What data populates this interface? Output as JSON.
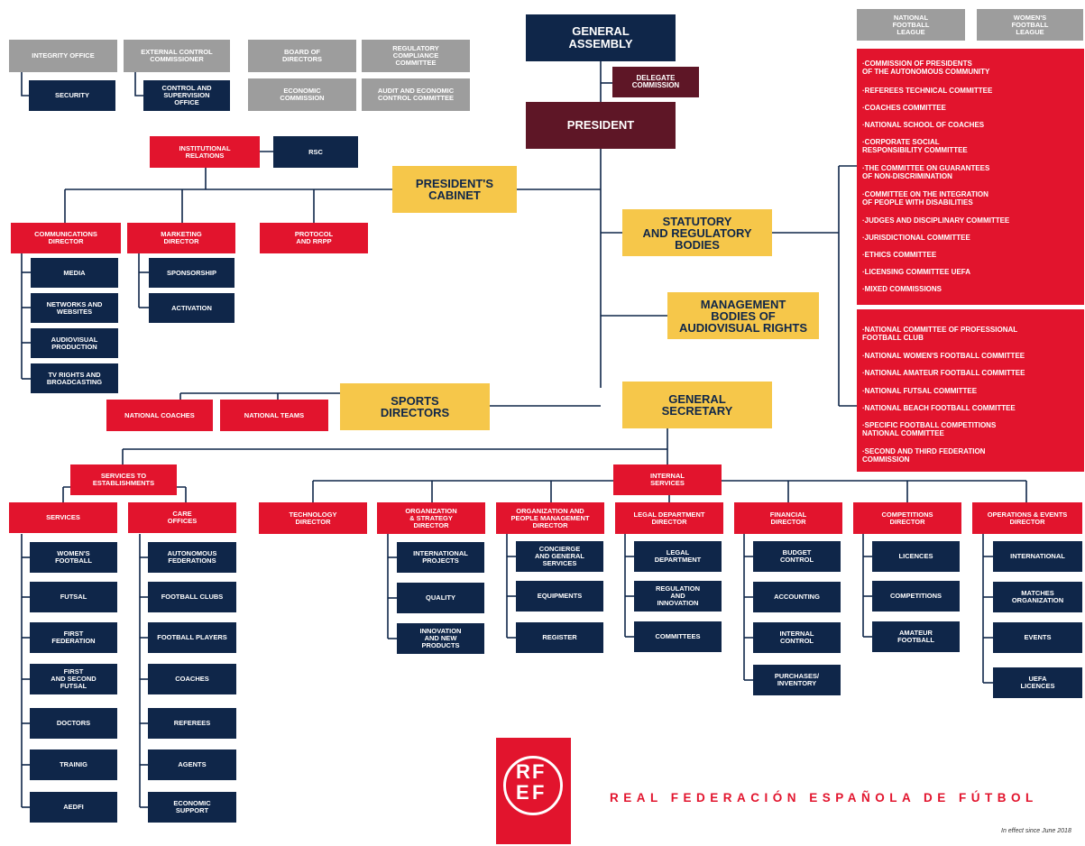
{
  "org": {
    "general_assembly": "GENERAL\nASSEMBLY",
    "delegate_commission": "DELEGATE\nCOMMISSION",
    "president": "PRESIDENT",
    "integrity_office": "INTEGRITY OFFICE",
    "security": "SECURITY",
    "external_control": "EXTERNAL CONTROL\nCOMMISSIONER",
    "control_supervision": "CONTROL AND\nSUPERVISION\nOFFICE",
    "board": "BOARD OF\nDIRECTORS",
    "regulatory": "REGULATORY\nCOMPLIANCE\nCOMMITTEE",
    "economic": "ECONOMIC\nCOMMISSION",
    "audit": "AUDIT AND ECONOMIC\nCONTROL COMMITTEE",
    "nfl": "NATIONAL\nFOOTBALL\nLEAGUE",
    "wfl": "WOMEN'S\nFOOTBALL\nLEAGUE",
    "institutional": "INSTITUTIONAL\nRELATIONS",
    "rsc": "RSC",
    "cabinet": "PRESIDENT'S\nCABINET",
    "comms": "COMMUNICATIONS\nDIRECTOR",
    "media": "MEDIA",
    "networks": "NETWORKS AND\nWEBSITES",
    "audiovisual": "AUDIOVISUAL\nPRODUCTION",
    "tvrights": "TV RIGHTS AND\nBROADCASTING",
    "marketing": "MARKETING\nDIRECTOR",
    "sponsorship": "SPONSORSHIP",
    "activation": "ACTIVATION",
    "protocol": "PROTOCOL\nAND RRPP",
    "statutory": "STATUTORY\nAND REGULATORY\nBODIES",
    "management": "MANAGEMENT\nBODIES OF\nAUDIOVISUAL RIGHTS",
    "sports_directors": "SPORTS\nDIRECTORS",
    "national_coaches": "NATIONAL COACHES",
    "national_teams": "NATIONAL TEAMS",
    "general_secretary": "GENERAL\nSECRETARY",
    "services_est": "SERVICES TO\nESTABLISHMENTS",
    "services": "SERVICES",
    "care": "CARE\nOFFICES",
    "internal": "INTERNAL\nSERVICES",
    "technology": "TECHNOLOGY\nDIRECTOR",
    "org_strategy": "ORGANIZATION\n& STRATEGY\nDIRECTOR",
    "org_people": "ORGANIZATION AND\nPEOPLE MANAGEMENT\nDIRECTOR",
    "legal_dir": "LEGAL DEPARTMENT\nDIRECTOR",
    "financial": "FINANCIAL\nDIRECTOR",
    "competitions_dir": "COMPETITIONS\nDIRECTOR",
    "operations": "OPERATIONS & EVENTS\nDIRECTOR"
  },
  "services_items": [
    "WOMEN'S\nFOOTBALL",
    "FUTSAL",
    "FIRST\nFEDERATION",
    "FIRST\nAND SECOND\nFUTSAL",
    "DOCTORS",
    "TRAINIG",
    "AEDFI"
  ],
  "care_items": [
    "AUTONOMOUS\nFEDERATIONS",
    "FOOTBALL CLUBS",
    "FOOTBALL PLAYERS",
    "COACHES",
    "REFEREES",
    "AGENTS",
    "ECONOMIC\nSUPPORT"
  ],
  "org_strategy_items": [
    "INTERNATIONAL\nPROJECTS",
    "QUALITY",
    "INNOVATION\nAND NEW\nPRODUCTS"
  ],
  "org_people_items": [
    "CONCIERGE\nAND GENERAL\nSERVICES",
    "EQUIPMENTS",
    "REGISTER"
  ],
  "legal_items": [
    "LEGAL\nDEPARTMENT",
    "REGULATION\nAND\nINNOVATION",
    "COMMITTEES"
  ],
  "financial_items": [
    "BUDGET\nCONTROL",
    "ACCOUNTING",
    "INTERNAL\nCONTROL",
    "PURCHASES/\nINVENTORY"
  ],
  "competitions_items": [
    "LICENCES",
    "COMPETITIONS",
    "AMATEUR\nFOOTBALL"
  ],
  "operations_items": [
    "INTERNATIONAL",
    "MATCHES\nORGANIZATION",
    "EVENTS",
    "UEFA\nLICENCES"
  ],
  "statutory_list": [
    "·COMMISSION OF PRESIDENTS\n  OF THE AUTONOMOUS COMMUNITY",
    "·REFEREES TECHNICAL COMMITTEE",
    "·COACHES COMMITTEE",
    "·NATIONAL SCHOOL OF COACHES",
    "·CORPORATE SOCIAL\n  RESPONSIBILITY COMMITTEE",
    "·THE COMMITTEE ON GUARANTEES\n  OF NON-DISCRIMINATION",
    "·COMMITTEE ON THE INTEGRATION\n  OF PEOPLE WITH DISABILITIES",
    "·JUDGES AND DISCIPLINARY COMMITTEE",
    "·JURISDICTIONAL COMMITTEE",
    "·ETHICS COMMITTEE",
    "·LICENSING COMMITTEE UEFA",
    "·MIXED COMMISSIONS"
  ],
  "national_list": [
    "·NATIONAL COMMITTEE OF PROFESSIONAL\n  FOOTBALL CLUB",
    "·NATIONAL WOMEN'S FOOTBALL COMMITTEE",
    "·NATIONAL AMATEUR FOOTBALL COMMITTEE",
    "·NATIONAL FUTSAL COMMITTEE",
    "·NATIONAL BEACH FOOTBALL COMMITTEE",
    "·SPECIFIC FOOTBALL COMPETITIONS\n  NATIONAL COMMITTEE",
    "·SECOND AND THIRD FEDERATION\n  COMMISSION"
  ],
  "logo": {
    "r": "R",
    "f1": "F",
    "e": "E",
    "f2": "F"
  },
  "brand": "REAL FEDERACIÓN ESPAÑOLA DE FÚTBOL",
  "since": "In effect since June 2018",
  "colors": {
    "red": "#e2142d",
    "navy": "#0f2649",
    "gray": "#9d9d9d",
    "yellow": "#f6c74a",
    "wine": "#5e1626"
  }
}
